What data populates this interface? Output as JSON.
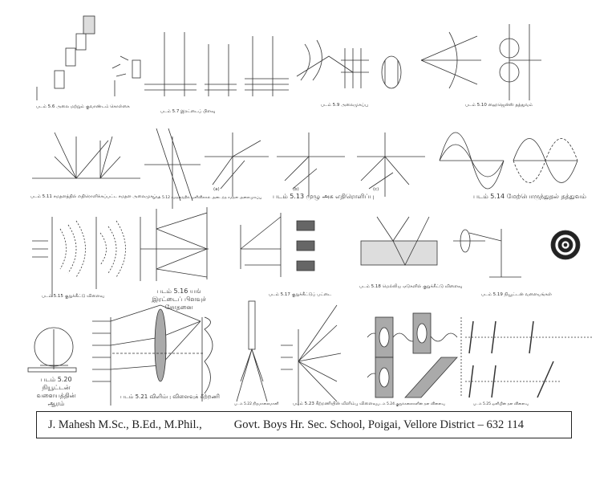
{
  "figures": [
    {
      "id": "5.6",
      "caption": "படம் 5.6 அலை மற்றும் குவாண்டம் கொள்கை"
    },
    {
      "id": "5.7",
      "caption": "படம் 5.7 இரட்டைப் பிளவு"
    },
    {
      "id": "5.9",
      "caption": "படம் 5.9 அலைமுகப்பு"
    },
    {
      "id": "5.10",
      "caption": "படம் 5.10 ஹைஜென்ஸ் தத்துவம்"
    },
    {
      "id": "5.11",
      "caption": "படம் 5.11 சமதளத்தில் எதிரொளிக்கப்பட்ட சமதள அலைமுகப்பு"
    },
    {
      "id": "5.12",
      "caption": "படம் 5.12 சமதளத்தில் ஒளிவிலகல் அடைந்த சமதள அலைமுகப்பு"
    },
    {
      "id": "5.13",
      "caption": "படம் 5.13 முழு அக எதிரொளிப்பு"
    },
    {
      "id": "5.14",
      "caption": "படம் 5.14 மேற்பொருந்துதல் தத்துவம்"
    },
    {
      "id": "5.15",
      "caption": "படம் 5.15 குறுக்கீட்டு விளைவு"
    },
    {
      "id": "5.16",
      "caption": "படம் 5.16 யங் இரட்டைப் பிளவுச் சோதனை"
    },
    {
      "id": "5.17",
      "caption": "படம் 5.17 குறுக்கீட்டுப் பட்டை"
    },
    {
      "id": "5.18",
      "caption": "படம் 5.18 மெல்லிய ஏடுகளில் குறுக்கீட்டு விளைவு"
    },
    {
      "id": "5.19",
      "caption": "படம் 5.19 நியூட்டன் வளையங்கள்"
    },
    {
      "id": "5.20",
      "caption": "படம் 5.20 நியூட்டன் வளையத்தின் ஆரம்"
    },
    {
      "id": "5.21",
      "caption": "படம் 5.21 விளிம்பு விளைவுக் கீற்றணி"
    },
    {
      "id": "5.22",
      "caption": "படம் 5.22 நிறமாலைமானி"
    },
    {
      "id": "5.23",
      "caption": "படம் 5.23 கீற்றணியின் விளிம்பு விளைவு"
    },
    {
      "id": "5.24",
      "caption": "படம் 5.24 குறுக்கலைகளின் தள விளைவு"
    },
    {
      "id": "5.25",
      "caption": "படம் 5.25 ஒளியின் தள விளைவு"
    }
  ],
  "sub_labels": [
    "(a)",
    "(b)",
    "(c)"
  ],
  "footer": {
    "author": "J. Mahesh M.Sc., B.Ed., M.Phil.,",
    "school": "Govt. Boys Hr. Sec. School, Poigai, Vellore District – 632 114"
  }
}
